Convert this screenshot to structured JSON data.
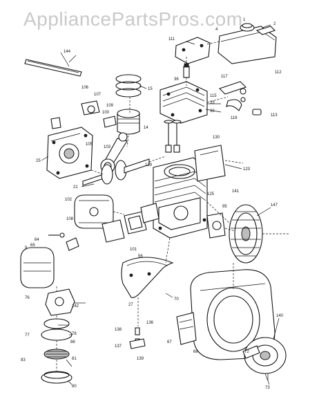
{
  "watermark": "AppliancePartsPros.com",
  "part_numbers": [
    {
      "id": "p144",
      "text": "144"
    },
    {
      "id": "p111",
      "text": "111"
    },
    {
      "id": "p4",
      "text": "4"
    },
    {
      "id": "p1",
      "text": "1"
    },
    {
      "id": "p2",
      "text": "2"
    },
    {
      "id": "p106",
      "text": "106"
    },
    {
      "id": "p107",
      "text": "107"
    },
    {
      "id": "p15",
      "text": "15"
    },
    {
      "id": "p109",
      "text": "109"
    },
    {
      "id": "p100",
      "text": "100"
    },
    {
      "id": "p14",
      "text": "14"
    },
    {
      "id": "p25",
      "text": "25"
    },
    {
      "id": "p103",
      "text": "103"
    },
    {
      "id": "p105",
      "text": "105"
    },
    {
      "id": "p21",
      "text": "21"
    },
    {
      "id": "p129",
      "text": "129"
    },
    {
      "id": "p130",
      "text": "130"
    },
    {
      "id": "p112",
      "text": "112"
    },
    {
      "id": "p113",
      "text": "113"
    },
    {
      "id": "p115",
      "text": "115"
    },
    {
      "id": "p117",
      "text": "117"
    },
    {
      "id": "p116",
      "text": "116"
    },
    {
      "id": "p123",
      "text": "123"
    },
    {
      "id": "p125",
      "text": "125"
    },
    {
      "id": "p141",
      "text": "141"
    },
    {
      "id": "p147",
      "text": "147"
    },
    {
      "id": "p102",
      "text": "102"
    },
    {
      "id": "p108",
      "text": "108"
    },
    {
      "id": "p64",
      "text": "64"
    },
    {
      "id": "p65",
      "text": "65"
    },
    {
      "id": "p81",
      "text": "81"
    },
    {
      "id": "p80",
      "text": "80"
    },
    {
      "id": "p142",
      "text": "142"
    },
    {
      "id": "p77",
      "text": "77"
    },
    {
      "id": "p78",
      "text": "78"
    },
    {
      "id": "p83",
      "text": "83"
    },
    {
      "id": "p86",
      "text": "86"
    },
    {
      "id": "p136",
      "text": "136"
    },
    {
      "id": "p137",
      "text": "137"
    },
    {
      "id": "p138",
      "text": "138"
    },
    {
      "id": "p139",
      "text": "139"
    },
    {
      "id": "p67",
      "text": "67"
    },
    {
      "id": "p68",
      "text": "68"
    },
    {
      "id": "p70",
      "text": "70"
    },
    {
      "id": "p72",
      "text": "72"
    },
    {
      "id": "p73",
      "text": "73"
    },
    {
      "id": "p140",
      "text": "140"
    },
    {
      "id": "p27",
      "text": "27"
    },
    {
      "id": "p32",
      "text": "32"
    },
    {
      "id": "p33",
      "text": "33"
    },
    {
      "id": "p101",
      "text": "101"
    },
    {
      "id": "p56",
      "text": "56"
    },
    {
      "id": "p36",
      "text": "36"
    },
    {
      "id": "p76",
      "text": "76"
    },
    {
      "id": "p9",
      "text": "9"
    },
    {
      "id": "p95",
      "text": "95"
    }
  ]
}
